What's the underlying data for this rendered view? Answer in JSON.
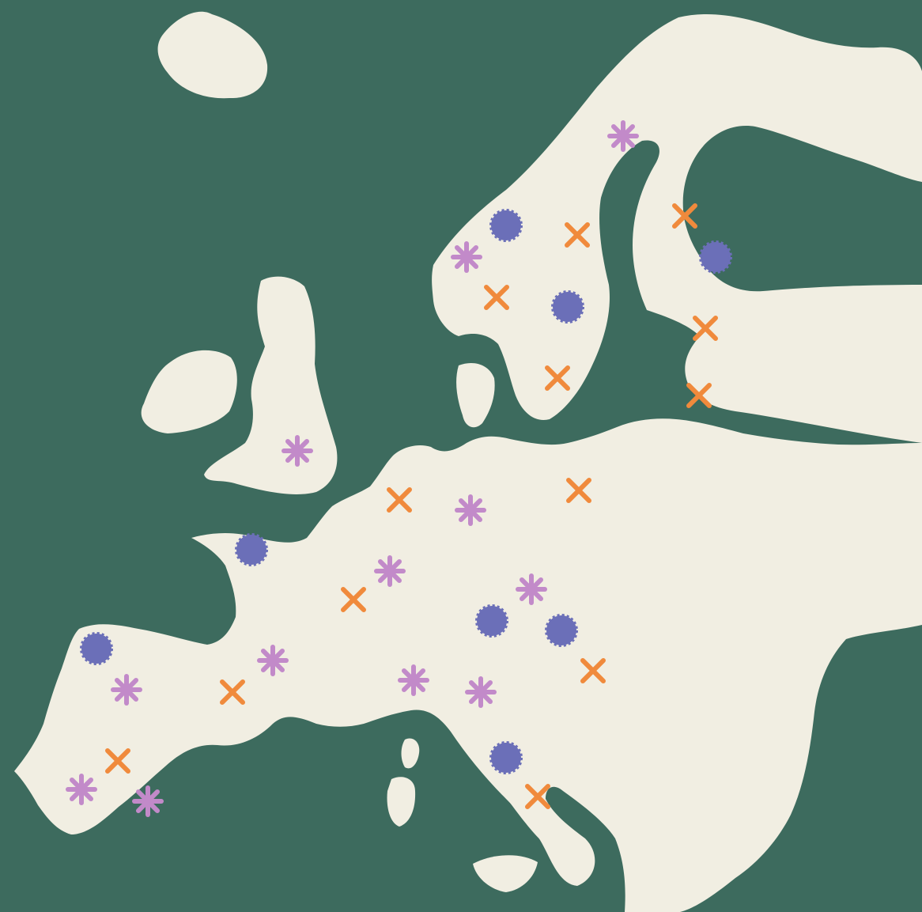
{
  "map": {
    "colors": {
      "sea": "#3d6b5e",
      "land": "#f1eee2",
      "marker_dot": "#6b6fb8",
      "marker_asterisk": "#c28ac9",
      "marker_cross": "#f08a3c"
    },
    "legend": [],
    "marker_types": [
      "dot-marker",
      "asterisk-marker",
      "cross-marker"
    ]
  }
}
